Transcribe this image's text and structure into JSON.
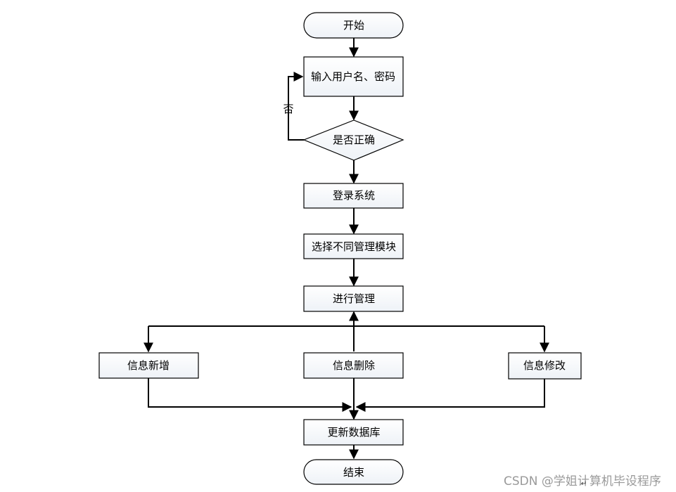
{
  "nodes": {
    "start": {
      "label": "开始"
    },
    "input": {
      "label": "输入用户名、密码"
    },
    "check": {
      "label": "是否正确"
    },
    "login": {
      "label": "登录系统"
    },
    "select": {
      "label": "选择不同管理模块"
    },
    "manage": {
      "label": "进行管理"
    },
    "add": {
      "label": "信息新增"
    },
    "delete": {
      "label": "信息删除"
    },
    "modify": {
      "label": "信息修改"
    },
    "update": {
      "label": "更新数据库"
    },
    "end": {
      "label": "结束"
    }
  },
  "edges": {
    "no_label": "否"
  },
  "watermark": "CSDN @学姐计算机毕设程序",
  "return_mark": "↵",
  "colors": {
    "node_fill": "#f2f5f9",
    "stroke": "#000000",
    "watermark": "#9a9a9a"
  }
}
